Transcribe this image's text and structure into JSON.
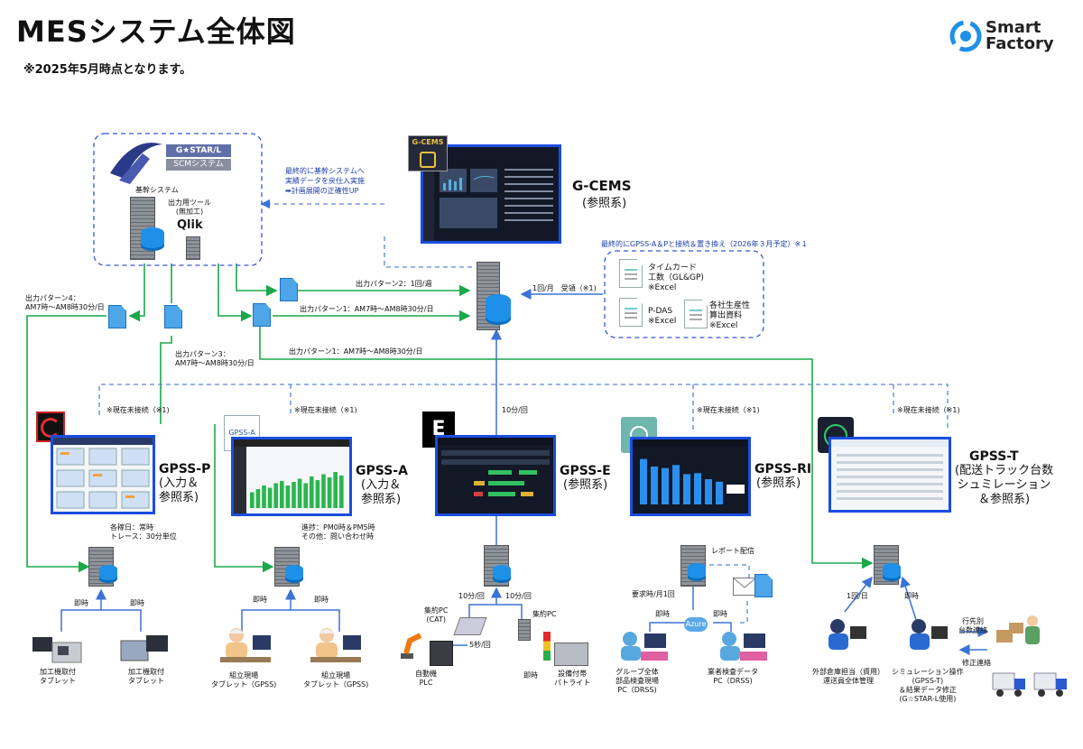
{
  "header": {
    "title": "MESシステム全体図",
    "note": "※2025年5月時点となります。",
    "logo_line1": "Smart",
    "logo_line2": "Factory"
  },
  "core": {
    "gstar_badge": "G★STAR/L",
    "scm": "SCMシステム",
    "logo_text": "G★STAR/L",
    "kikan": "基幹システム",
    "output_tool": "出力用ツール\n(無加工)",
    "qlik": "Qlik"
  },
  "gcems": {
    "badge": "G-CEMS",
    "name": "G-CEMS",
    "sub": "(参照系)",
    "feedback_note": "最終的に基幹システムへ\n実績データを戻仕入実施\n➡計画展開の正確性UP"
  },
  "external": {
    "note": "最終的にGPSS-A＆Pと接続＆置き換え（2026年３月予定）※１",
    "doc1": "タイムカード\n工数（GL&GP)\n※Excel",
    "doc2": "P-DAS\n※Excel",
    "doc3": "各社生産性\n算出資料\n※Excel",
    "link_label": "1回/月　受領（※1)"
  },
  "patterns": {
    "p2": "出力パターン2：1回/週",
    "p1a": "出力パターン1：AM7時～AM8時30分/日",
    "p1b": "出力パターン1：AM7時～AM8時30分/日",
    "p4": "出力パターン4：\nAM7時～AM8時30分/日",
    "p3": "出力パターン3：\nAM7時～AM8時30分/日"
  },
  "status": {
    "unconnected": "※現在未接続（※1)",
    "e_freq": "10分/回"
  },
  "systems": {
    "gpssp": {
      "name": "GPSS-P",
      "sub": "(入力＆\n参照系)",
      "timing": "各稼日：常時\nトレース：30分単位"
    },
    "gpssa": {
      "name": "GPSS-A",
      "sub": "(入力＆\n参照系)",
      "badge": "GPSS-A",
      "timing": "進捗：PM0時＆PM5時\nその他：問い合わせ時"
    },
    "gpsse": {
      "name": "GPSS-E",
      "sub": "(参照系)",
      "badge": "E"
    },
    "gpssri": {
      "name": "GPSS-RI",
      "sub": "(参照系)"
    },
    "gpsst": {
      "name": "GPSS-T",
      "sub": "(配送トラック台数\nシュミレーション\n＆参照系)"
    }
  },
  "devices": {
    "sokuji": "即時",
    "tablet_kako": "加工機取付\nタブレット",
    "tablet_kumi": "組立現場\nタブレット（GPSS)",
    "collect_cat": "集約PC\n(CAT)",
    "collect_pc": "集約PC",
    "plc": "自動機\nPLC",
    "five_sec": "5秒/回",
    "patlite": "設備付帯\nパトライト",
    "ri_req": "要求時/月1回",
    "report": "レポート配信",
    "azure": "Azure",
    "group_pc": "グループ全体\n部品検査現場\nPC（DRSS)",
    "vendor_pc": "業者検査データ\nPC（DRSS)",
    "once_day": "1回/日",
    "ext_warehouse": "外部倉庫担当（資用）\n運送員全体管理",
    "sim_op": "シミュレーション操作\n(GPSS-T)\n＆結果データ修正\n(G☆STAR-L使用)",
    "dest": "行先別\n台数連絡",
    "fix": "修正連絡"
  },
  "gpssa_bars": [
    0.35,
    0.42,
    0.5,
    0.45,
    0.55,
    0.6,
    0.5,
    0.58,
    0.65,
    0.55,
    0.7,
    0.62,
    0.75,
    0.68,
    0.8,
    0.72
  ],
  "gpssri_bars": [
    0.9,
    0.75,
    0.72,
    0.78,
    0.6,
    0.62,
    0.5,
    0.45
  ],
  "colors": {
    "green_line": "#1aa84a",
    "blue_line": "#3b73d6",
    "dashed_blue": "#5b86d8",
    "screen_border": "#1a4de0",
    "accent_green_bar": "#2bb54e",
    "accent_blue_bar": "#2a8ff0"
  }
}
